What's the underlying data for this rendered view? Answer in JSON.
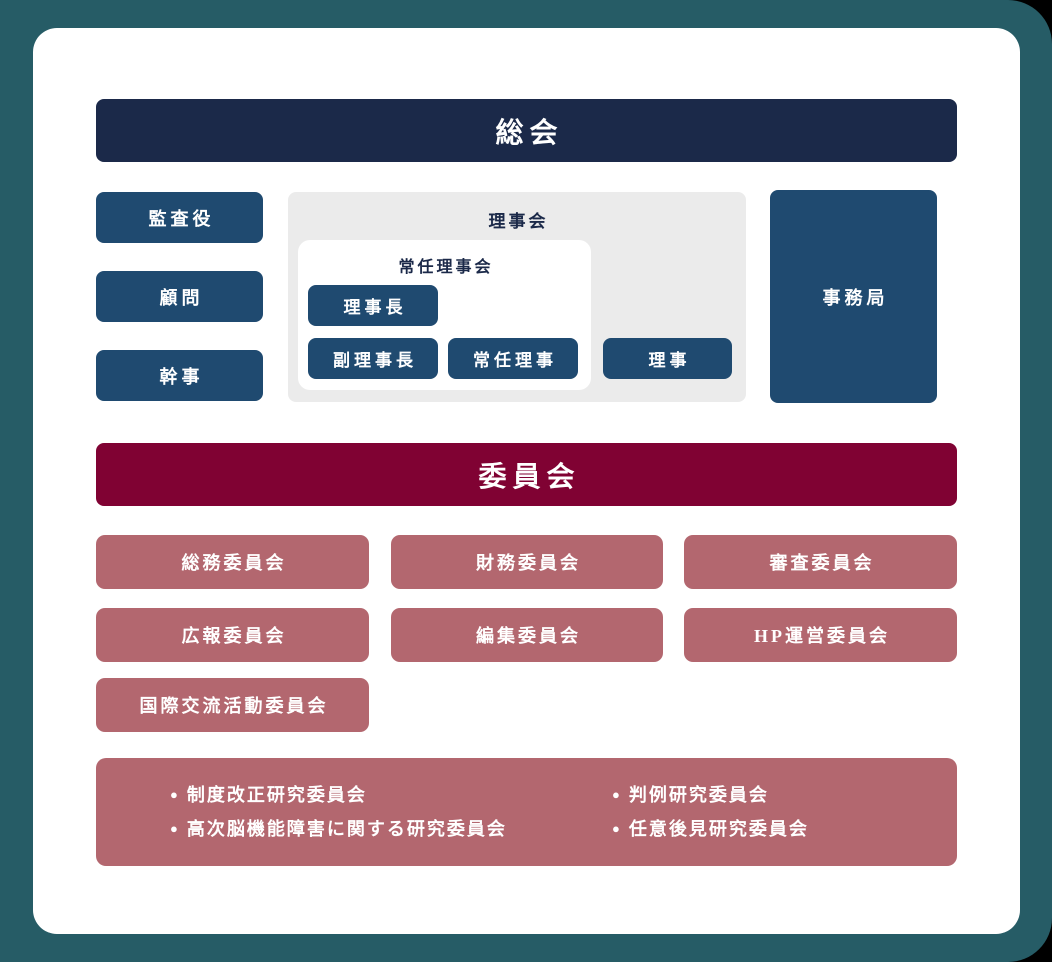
{
  "page": {
    "background_color": "#265c66",
    "card_color": "#ffffff"
  },
  "colors": {
    "assembly_banner": "#1b2949",
    "navy_box": "#1f4a70",
    "board_container": "#ebebeb",
    "committee_banner": "#800233",
    "committee_box": "#b3676f",
    "text_light": "#ffffff",
    "text_navy": "#1b2949"
  },
  "assembly": {
    "title": "総会",
    "side_roles": [
      {
        "label": "監査役"
      },
      {
        "label": "顧問"
      },
      {
        "label": "幹事"
      }
    ],
    "board": {
      "title": "理事会",
      "standing_board": {
        "title": "常任理事会",
        "chairman": "理事長",
        "vice_chairman": "副理事長",
        "standing_director": "常任理事"
      },
      "director": "理事"
    },
    "secretariat": "事務局"
  },
  "committees": {
    "title": "委員会",
    "items": [
      {
        "label": "総務委員会"
      },
      {
        "label": "財務委員会"
      },
      {
        "label": "審査委員会"
      },
      {
        "label": "広報委員会"
      },
      {
        "label": "編集委員会"
      },
      {
        "label": "HP運営委員会"
      },
      {
        "label": "国際交流活動委員会"
      }
    ],
    "research_group": {
      "bullet": "●",
      "left_column": [
        "制度改正研究委員会",
        "高次脳機能障害に関する研究委員会"
      ],
      "right_column": [
        "判例研究委員会",
        "任意後見研究委員会"
      ]
    }
  }
}
